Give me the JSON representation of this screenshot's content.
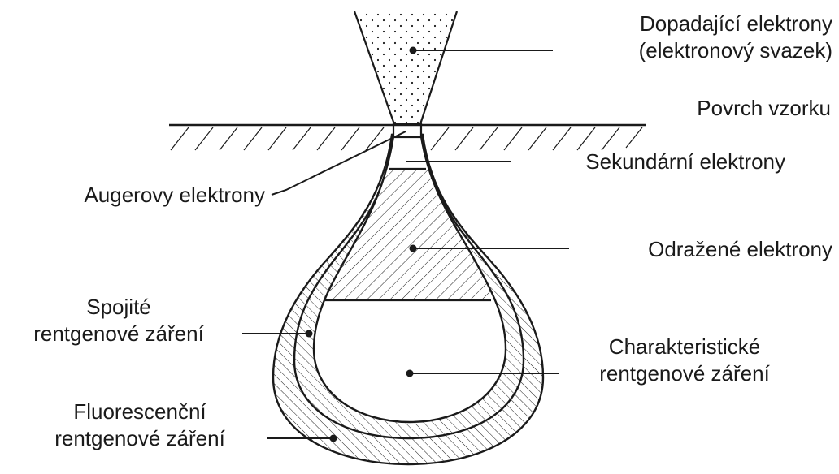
{
  "labels": {
    "incident_line1": "Dopadající elektrony",
    "incident_line2": "(elektronový svazek)",
    "surface": "Povrch vzorku",
    "secondary": "Sekundární elektrony",
    "auger": "Augerovy elektrony",
    "backscattered": "Odražené elektrony",
    "continuous_line1": "Spojité",
    "continuous_line2": "rentgenové záření",
    "characteristic_line1": "Charakteristické",
    "characteristic_line2": "rentgenové záření",
    "fluorescent_line1": "Fluorescenční",
    "fluorescent_line2": "rentgenové záření"
  },
  "colors": {
    "ink": "#1a1a1a",
    "background": "#ffffff"
  }
}
